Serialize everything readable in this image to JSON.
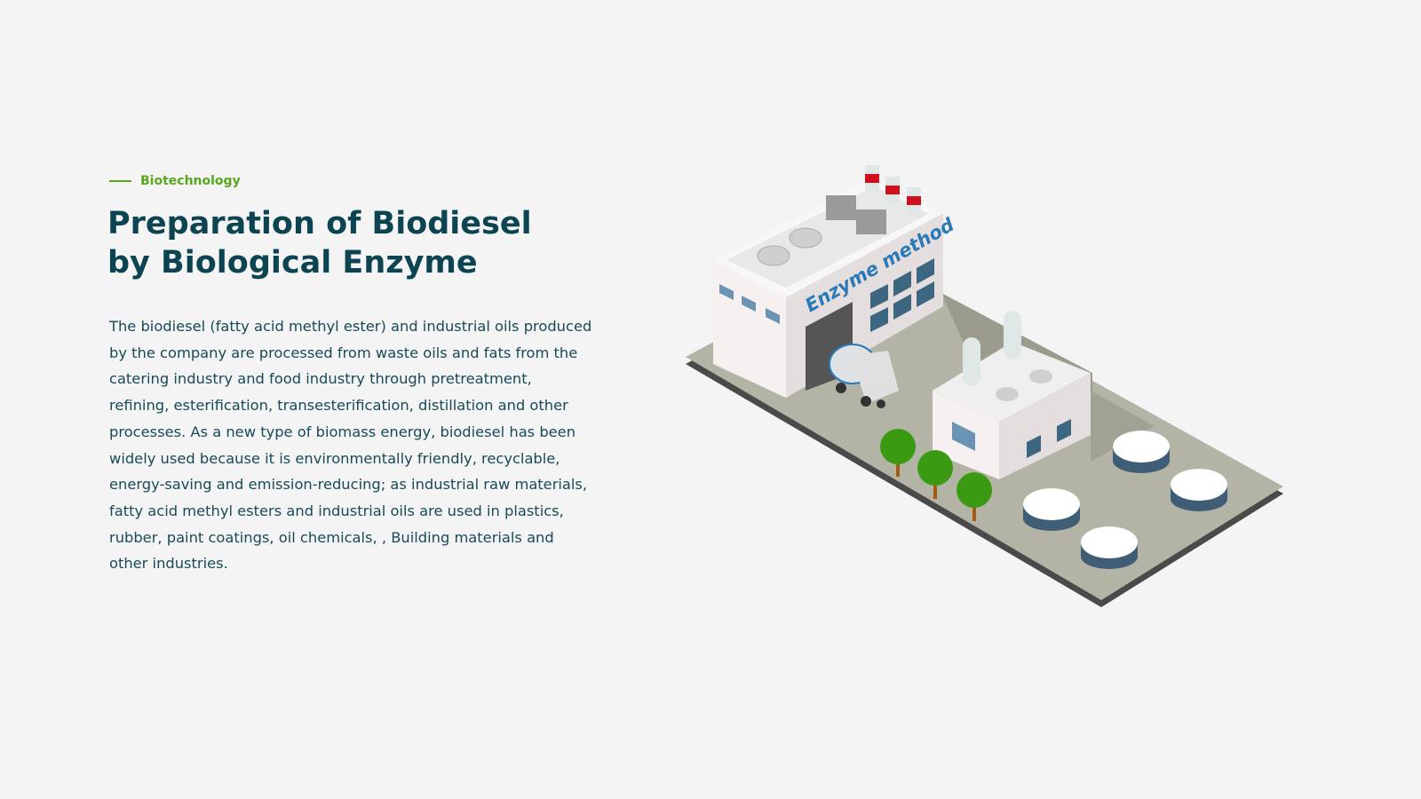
{
  "eyebrow": "Biotechnology",
  "title": {
    "line1": "Preparation of Biodiesel",
    "line2": "by Biological Enzyme"
  },
  "body": "The biodiesel (fatty acid methyl ester) and industrial oils produced by the company are processed from waste oils and fats from the catering industry and food industry through pretreatment, refining, esterification, transesterification, distillation and other processes. As a new type of biomass energy, biodiesel has been widely used because it is environmentally friendly, recyclable, energy-saving and emission-reducing; as industrial raw materials, fatty acid methyl esters and industrial oils are used in plastics, rubber, paint coatings, oil chemicals, , Building materials and other industries.",
  "illustration": {
    "sign": "Enzyme method"
  },
  "colors": {
    "accent": "#5aa51e",
    "heading": "#0d4452",
    "sign": "#2a7ab8"
  }
}
